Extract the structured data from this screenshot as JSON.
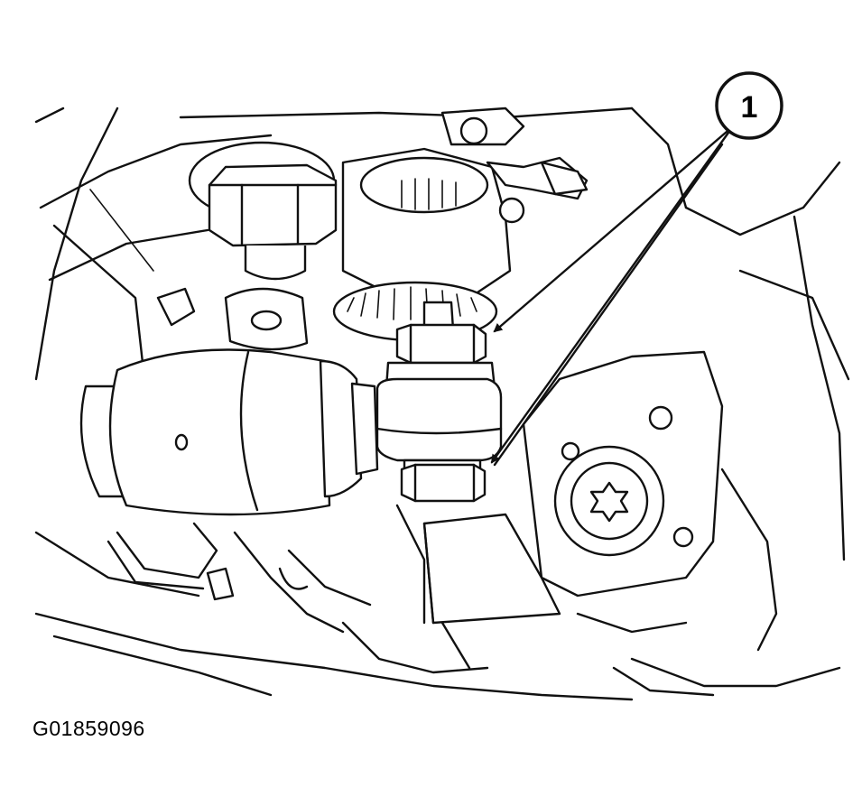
{
  "callout": {
    "number": "1",
    "target_count": 2
  },
  "figure_id": "G01859096",
  "colors": {
    "line": "#111111",
    "background": "#ffffff"
  }
}
